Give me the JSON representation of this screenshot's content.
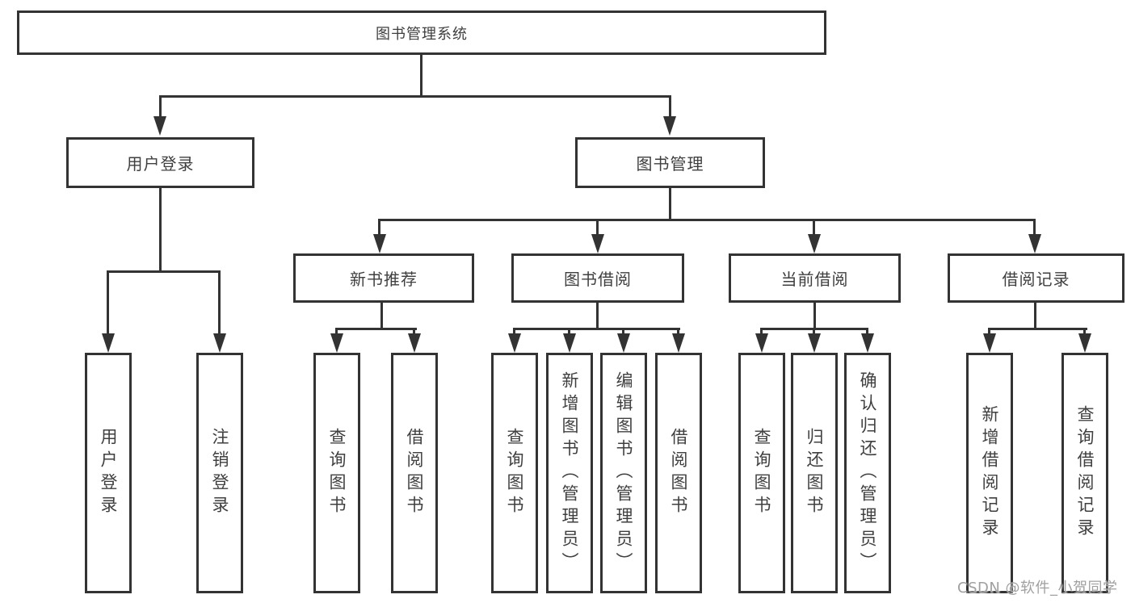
{
  "diagram": {
    "title": "图书管理系统",
    "type": "hierarchy-tree",
    "colors": {
      "line": "#333333",
      "box_border": "#333333",
      "text": "#3f3f3f",
      "background": "#ffffff",
      "watermark": "#a0a0a0"
    }
  },
  "nodes": {
    "root": {
      "label": "图书管理系统"
    },
    "user_login": {
      "label": "用户登录"
    },
    "book_mgmt": {
      "label": "图书管理"
    },
    "new_book_rec": {
      "label": "新书推荐"
    },
    "book_borrow": {
      "label": "图书借阅"
    },
    "current_borrow": {
      "label": "当前借阅"
    },
    "borrow_records": {
      "label": "借阅记录"
    },
    "leaf_user_login": {
      "label": "用户登录"
    },
    "leaf_logout": {
      "label": "注销登录"
    },
    "leaf_query_book_1": {
      "label": "查询图书"
    },
    "leaf_borrow_book_1": {
      "label": "借阅图书"
    },
    "leaf_query_book_2": {
      "label": "查询图书"
    },
    "leaf_add_book_admin": {
      "label": "新增图书（管理员）"
    },
    "leaf_edit_book_admin": {
      "label": "编辑图书（管理员）"
    },
    "leaf_borrow_book_2": {
      "label": "借阅图书"
    },
    "leaf_query_book_3": {
      "label": "查询图书"
    },
    "leaf_return_book": {
      "label": "归还图书"
    },
    "leaf_confirm_return_admin": {
      "label": "确认归还（管理员）"
    },
    "leaf_add_borrow_record": {
      "label": "新增借阅记录"
    },
    "leaf_query_borrow_record": {
      "label": "查询借阅记录"
    }
  },
  "hierarchy": {
    "图书管理系统": [
      "用户登录",
      "图书管理"
    ],
    "用户登录": [
      "用户登录",
      "注销登录"
    ],
    "图书管理": [
      "新书推荐",
      "图书借阅",
      "当前借阅",
      "借阅记录"
    ],
    "新书推荐": [
      "查询图书",
      "借阅图书"
    ],
    "图书借阅": [
      "查询图书",
      "新增图书（管理员）",
      "编辑图书（管理员）",
      "借阅图书"
    ],
    "当前借阅": [
      "查询图书",
      "归还图书",
      "确认归还（管理员）"
    ],
    "借阅记录": [
      "新增借阅记录",
      "查询借阅记录"
    ]
  },
  "watermark": {
    "text": "CSDN @软件_小贺同学"
  }
}
